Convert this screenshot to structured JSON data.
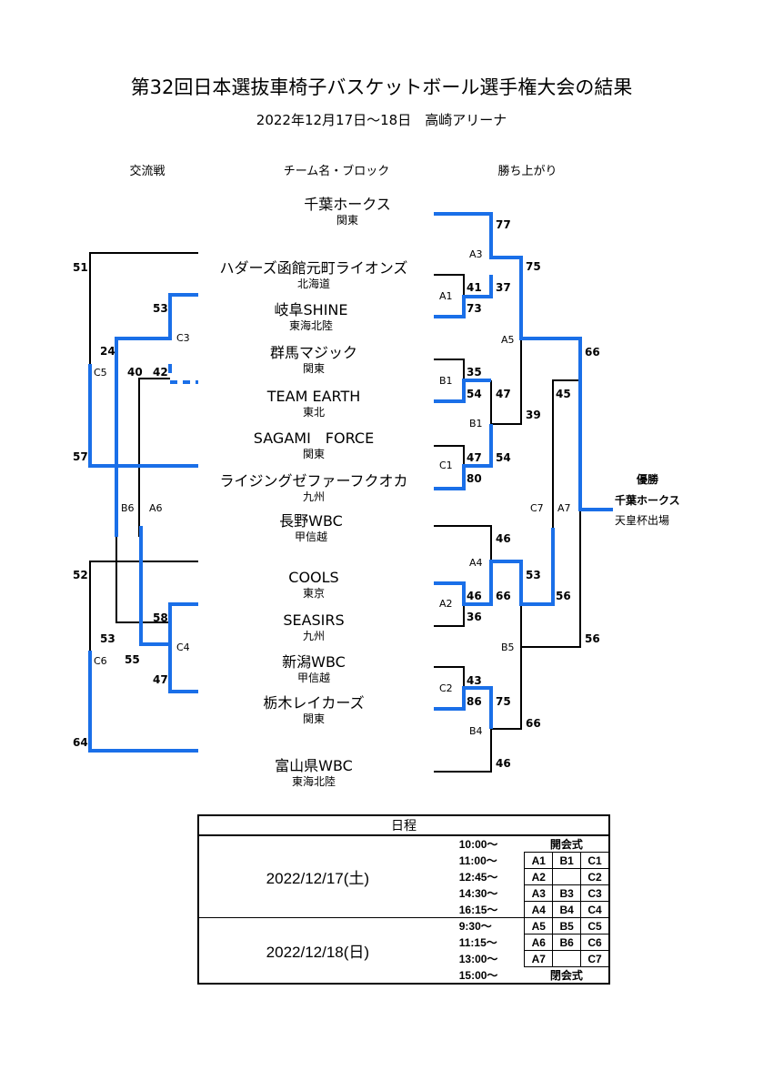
{
  "title": "第32回日本選抜車椅子バスケットボール選手権大会の結果",
  "subtitle": "2022年12月17日～18日　高崎アリーナ",
  "headers": {
    "left": "交流戦",
    "center": "チーム名・ブロック",
    "right": "勝ち上がり"
  },
  "teams": [
    {
      "name": "千葉ホークス",
      "block": "関東"
    },
    {
      "name": "ハダーズ函館元町ライオンズ",
      "block": "北海道"
    },
    {
      "name": "岐阜SHINE",
      "block": "東海北陸"
    },
    {
      "name": "群馬マジック",
      "block": "関東"
    },
    {
      "name": "TEAM EARTH",
      "block": "東北"
    },
    {
      "name": "SAGAMI　FORCE",
      "block": "関東"
    },
    {
      "name": "ライジングゼファーフクオカ",
      "block": "九州"
    },
    {
      "name": "長野WBC",
      "block": "甲信越"
    },
    {
      "name": "COOLS",
      "block": "東京"
    },
    {
      "name": "SEASIRS",
      "block": "九州"
    },
    {
      "name": "新潟WBC",
      "block": "甲信越"
    },
    {
      "name": "栃木レイカーズ",
      "block": "関東"
    },
    {
      "name": "富山県WBC",
      "block": "東海北陸"
    }
  ],
  "left_scores": {
    "s51": "51",
    "s53a": "53",
    "s24": "24",
    "s40": "40",
    "s42": "42",
    "s57": "57",
    "s52": "52",
    "s58": "58",
    "s53b": "53",
    "s55": "55",
    "s47": "47",
    "s64": "64"
  },
  "left_labels": {
    "C3": "C3",
    "C5": "C5",
    "B6": "B6",
    "A6": "A6",
    "C4": "C4",
    "C6": "C6"
  },
  "right_scores": {
    "s77": "77",
    "s75a": "75",
    "s41": "41",
    "s37": "37",
    "s73": "73",
    "s66a": "66",
    "s35": "35",
    "s54a": "54",
    "s47a": "47",
    "s45": "45",
    "s39": "39",
    "s47b": "47",
    "s54b": "54",
    "s80": "80",
    "s46a": "46",
    "s53": "53",
    "s46b": "46",
    "s66b": "66",
    "s56a": "56",
    "s36": "36",
    "s56b": "56",
    "s43": "43",
    "s75b": "75",
    "s86": "86",
    "s66c": "66",
    "s46c": "46"
  },
  "right_labels": {
    "A3": "A3",
    "A1": "A1",
    "A5": "A5",
    "B1a": "B1",
    "B1b": "B1",
    "C1": "C1",
    "C7": "C7",
    "A7": "A7",
    "A4": "A4",
    "A2": "A2",
    "B5": "B5",
    "C2": "C2",
    "B4": "B4"
  },
  "champion": {
    "heading": "優勝",
    "team": "千葉ホークス",
    "note": "天皇杯出場"
  },
  "schedule": {
    "header": "日程",
    "day1": {
      "date": "2022/12/17(土)",
      "rows": [
        {
          "time": "10:00～",
          "event": "開会式"
        },
        {
          "time": "11:00～",
          "m": [
            "A1",
            "B1",
            "C1"
          ]
        },
        {
          "time": "12:45～",
          "m": [
            "A2",
            "",
            "C2"
          ]
        },
        {
          "time": "14:30～",
          "m": [
            "A3",
            "B3",
            "C3"
          ]
        },
        {
          "time": "16:15～",
          "m": [
            "A4",
            "B4",
            "C4"
          ]
        }
      ]
    },
    "day2": {
      "date": "2022/12/18(日)",
      "rows": [
        {
          "time": "9:30～",
          "m": [
            "A5",
            "B5",
            "C5"
          ]
        },
        {
          "time": "11:15～",
          "m": [
            "A6",
            "B6",
            "C6"
          ]
        },
        {
          "time": "13:00～",
          "m": [
            "A7",
            "",
            "C7"
          ]
        },
        {
          "time": "15:00～",
          "event": "閉会式"
        }
      ]
    }
  },
  "colors": {
    "winner_line": "#1a6fe8",
    "loser_line": "#000000"
  }
}
